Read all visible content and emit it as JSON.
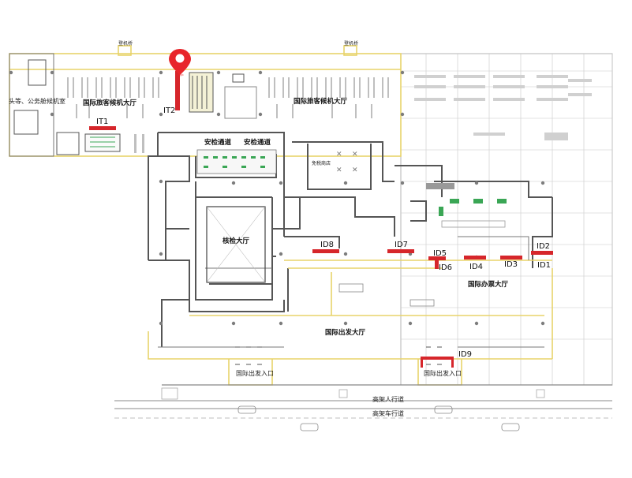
{
  "halls": {
    "intl_transfer_left": "国际旅客候机大厅",
    "intl_transfer_right": "国际旅客候机大厅",
    "vip_room": "头等、公务舱候机室",
    "security_left": "安检通道",
    "security_right": "安检通道",
    "duty_free": "免税商店",
    "inspection": "核检大厅",
    "ticket_hall": "国际办票大厅",
    "departure_hall": "国际出发大厅",
    "departure_entry_left": "国际出发入口",
    "departure_entry_right": "国际出发入口",
    "pedestrian_road": "高架人行道",
    "vehicle_road": "高架车行道",
    "boarding_bridge_left": "登机桥",
    "boarding_bridge_right": "登机桥"
  },
  "counters": {
    "IT1": "IT1",
    "IT2": "IT2",
    "ID1": "ID1",
    "ID2": "ID2",
    "ID3": "ID3",
    "ID4": "ID4",
    "ID5": "ID5",
    "ID6": "ID6",
    "ID7": "ID7",
    "ID8": "ID8",
    "ID9": "ID9"
  },
  "colors": {
    "counter": "#d6262b",
    "pin": "#e8262b",
    "wall": "#555555",
    "outline": "#e8d36a",
    "fixture": "#3aa655"
  },
  "pin": {
    "icon": "location-pin-icon",
    "target": "IT2"
  }
}
